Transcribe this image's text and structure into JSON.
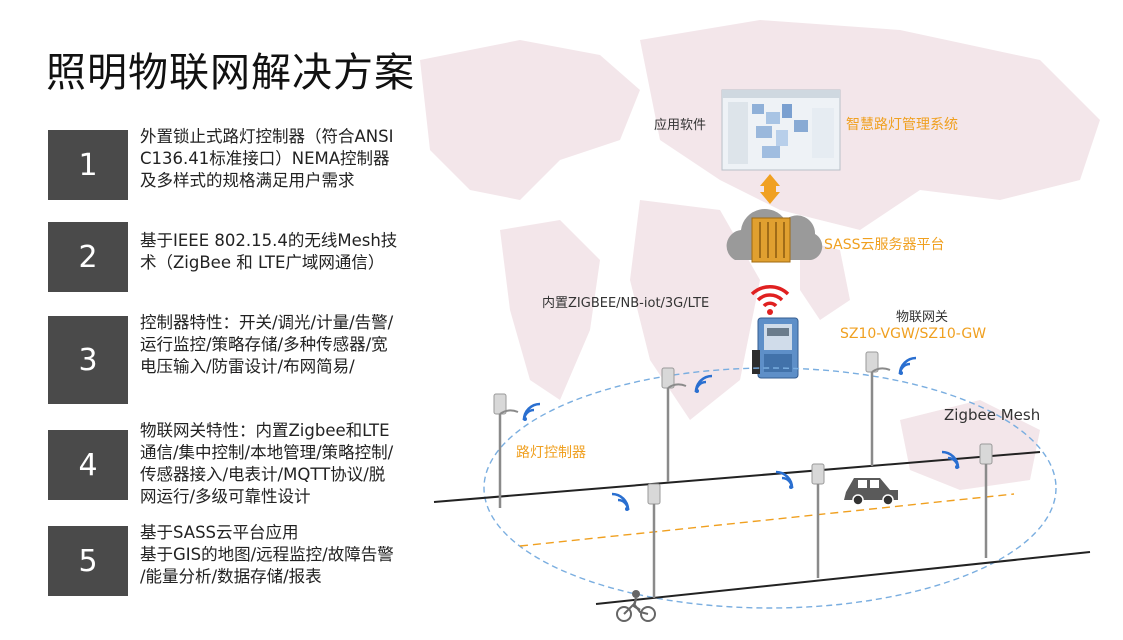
{
  "title": "照明物联网解决方案",
  "features": [
    {
      "num": "1",
      "lines": [
        "外置锁止式路灯控制器（符合ANSI",
        "C136.41标准接口）NEMA控制器",
        "及多样式的规格满足用户需求"
      ]
    },
    {
      "num": "2",
      "lines": [
        "基于IEEE 802.15.4的无线Mesh技",
        "术（ZigBee 和  LTE广域网通信）"
      ]
    },
    {
      "num": "3",
      "lines": [
        "控制器特性：开关/调光/计量/告警/",
        "运行监控/策略存储/多种传感器/宽",
        "电压输入/防雷设计/布网简易/"
      ]
    },
    {
      "num": "4",
      "lines": [
        "物联网关特性：内置Zigbee和LTE",
        "通信/集中控制/本地管理/策略控制/",
        "传感器接入/电表计/MQTT协议/脱",
        "网运行/多级可靠性设计"
      ]
    },
    {
      "num": "5",
      "lines": [
        "基于SASS云平台应用",
        "基于GIS的地图/远程监控/故障告警",
        "/能量分析/数据存储/报表"
      ]
    }
  ],
  "diagram": {
    "app_software_label": "应用软件",
    "management_system_label": "智慧路灯管理系统",
    "cloud_platform_label": "SASS云服务器平台",
    "comm_label": "内置ZIGBEE/NB-iot/3G/LTE",
    "gateway_label": "物联网关",
    "gateway_model": "SZ10-VGW/SZ10-GW",
    "mesh_label": "Zigbee Mesh",
    "controller_label": "路灯控制器"
  },
  "colors": {
    "accent_orange": "#f0a020",
    "number_box": "#4a4a4a",
    "wifi_blue": "#2a6fd0",
    "wifi_red": "#e02020",
    "mesh_ellipse": "#7aaee0"
  }
}
